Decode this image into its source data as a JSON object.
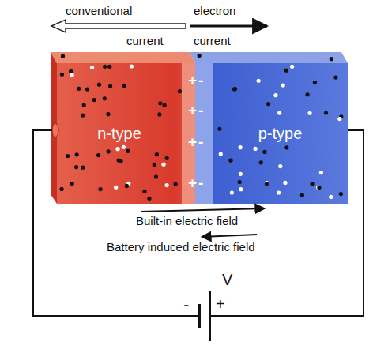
{
  "diagram": {
    "nodes": [
      {
        "text": [
          "n-type"
        ]
      },
      {
        "text": [
          "p-type"
        ]
      }
    ],
    "labels": [
      "conventional",
      "current",
      "electron",
      "current",
      "+-",
      "+-",
      "+-",
      "+-",
      "Built-in electric field",
      "Battery induced electric field",
      "-",
      "+",
      "V"
    ]
  }
}
